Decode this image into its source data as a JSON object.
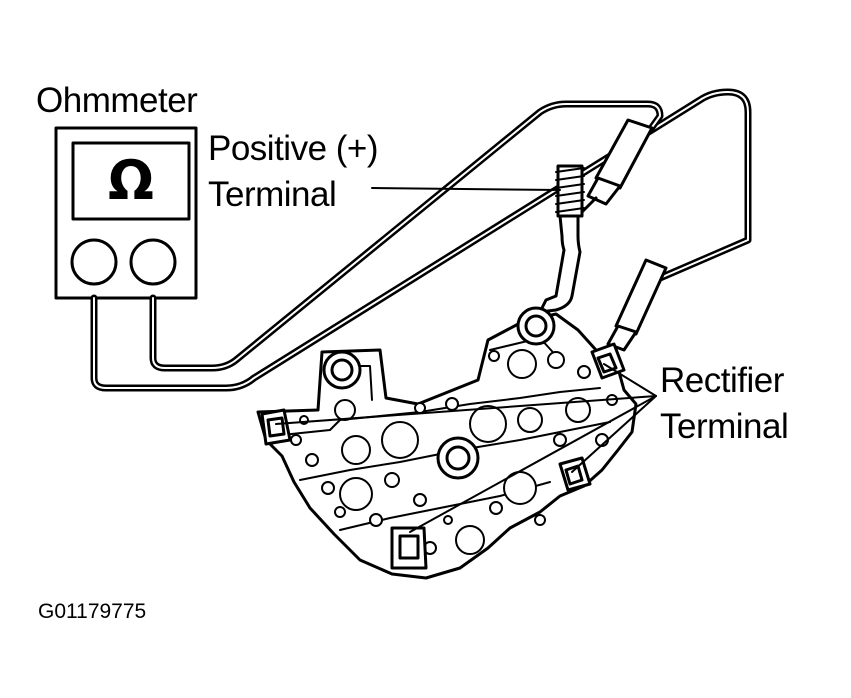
{
  "labels": {
    "ohmmeter": "Ohmmeter",
    "positive_line1": "Positive (+)",
    "positive_line2": "Terminal",
    "rectifier_line1": "Rectifier",
    "rectifier_line2": "Terminal",
    "figure_code": "G01179775"
  },
  "meter": {
    "symbol": "Ω",
    "icon": "ohm-symbol-icon"
  },
  "colors": {
    "ink": "#000000",
    "paper": "#ffffff"
  }
}
